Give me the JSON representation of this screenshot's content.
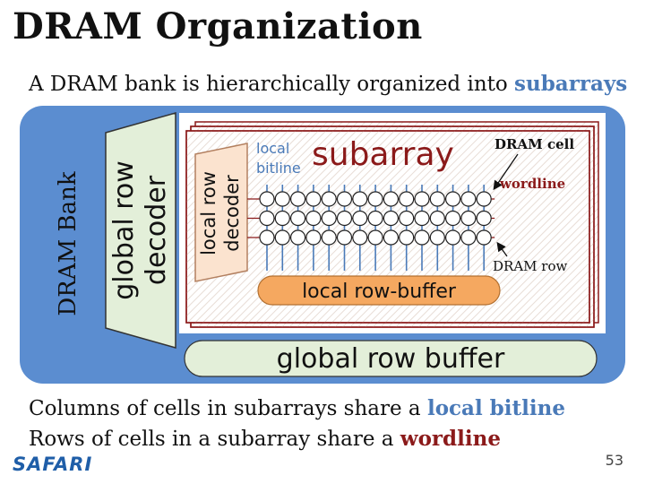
{
  "slide": {
    "title": "DRAM Organization",
    "subtitle_prefix": "A DRAM bank is hierarchically organized into ",
    "subtitle_highlight": "subarrays",
    "line1_prefix": "Columns of cells in subarrays share a ",
    "line1_highlight": "local bitline",
    "line2_prefix": "Rows of cells in a subarray share a ",
    "line2_highlight": "wordline",
    "logo": "SAFARI",
    "page_number": "53"
  },
  "diagram": {
    "bank_label": "DRAM Bank",
    "global_row_decoder": [
      "global row",
      "decoder"
    ],
    "local_row_decoder": [
      "local row",
      "decoder"
    ],
    "local_bitline": [
      "local",
      "bitline"
    ],
    "subarray_label": "subarray",
    "dram_cell_label": "DRAM cell",
    "wordline_label": "wordline",
    "dram_row_label": "DRAM row",
    "local_row_buffer": "local row-buffer",
    "global_row_buffer": "global row buffer",
    "grid": {
      "rows": 3,
      "cols": 15
    }
  },
  "colors": {
    "bank_blue": "#5b8dd0",
    "decoder_green": "#e3efd9",
    "subarray_border": "#8b1a1a",
    "bitline_blue": "#4a7ab8",
    "text_blue": "#4a7ab8",
    "text_red": "#8b1a1a",
    "buffer_orange": "#f5a860"
  }
}
